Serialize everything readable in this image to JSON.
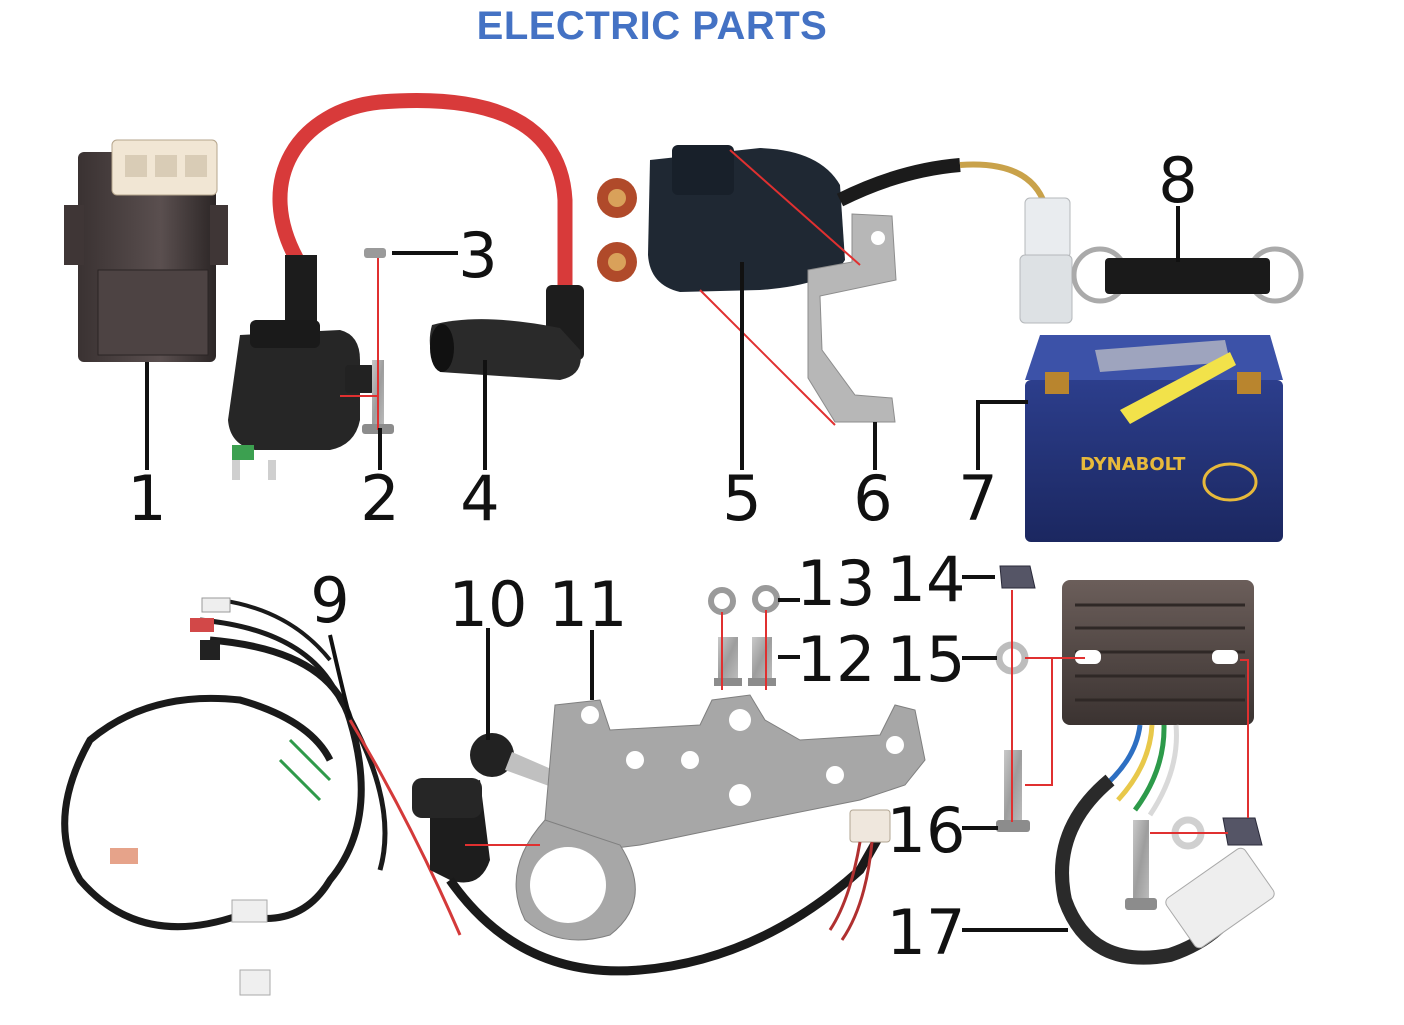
{
  "title": "ELECTRIC PARTS",
  "colors": {
    "title": "#4472c4",
    "leader": "#111111",
    "guide": "#e03030"
  },
  "callouts": {
    "c1": "1",
    "c2": "2",
    "c3": "3",
    "c4": "4",
    "c5": "5",
    "c6": "6",
    "c7": "7",
    "c8": "8",
    "c9": "9",
    "c10": "10",
    "c11": "11",
    "c12": "12",
    "c13": "13",
    "c14": "14",
    "c15": "15",
    "c16": "16",
    "c17": "17"
  },
  "battery_label": "DYNABOLT"
}
